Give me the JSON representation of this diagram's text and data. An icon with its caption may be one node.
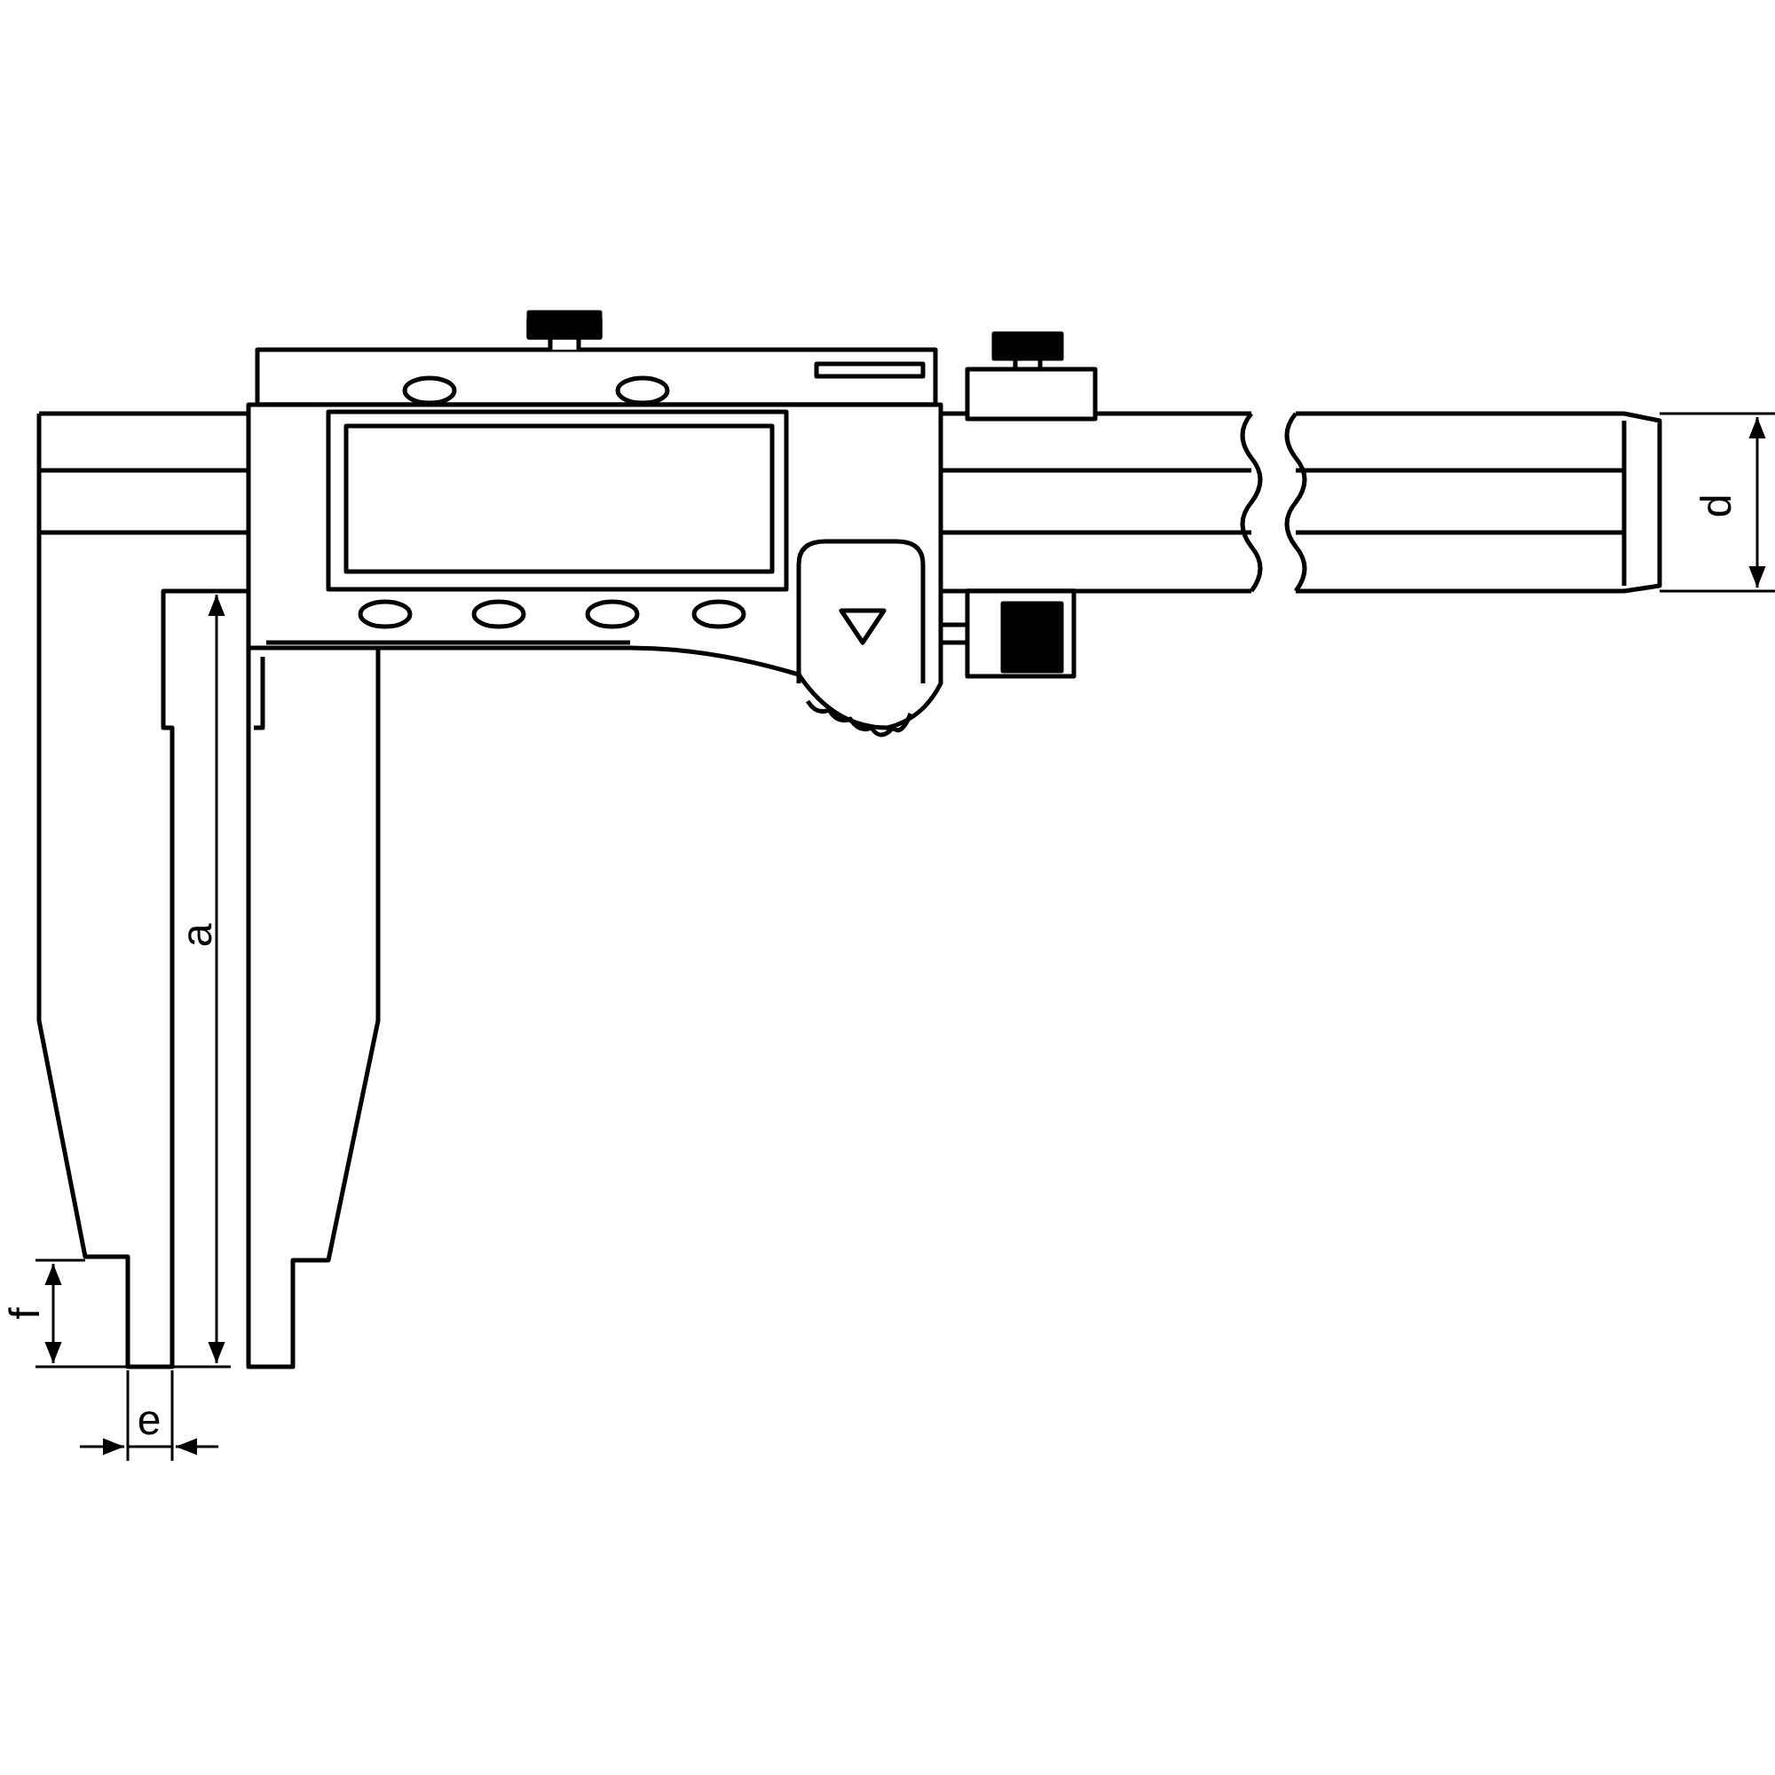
{
  "diagram": {
    "labels": [
      "d",
      "a",
      "f",
      "e"
    ]
  }
}
